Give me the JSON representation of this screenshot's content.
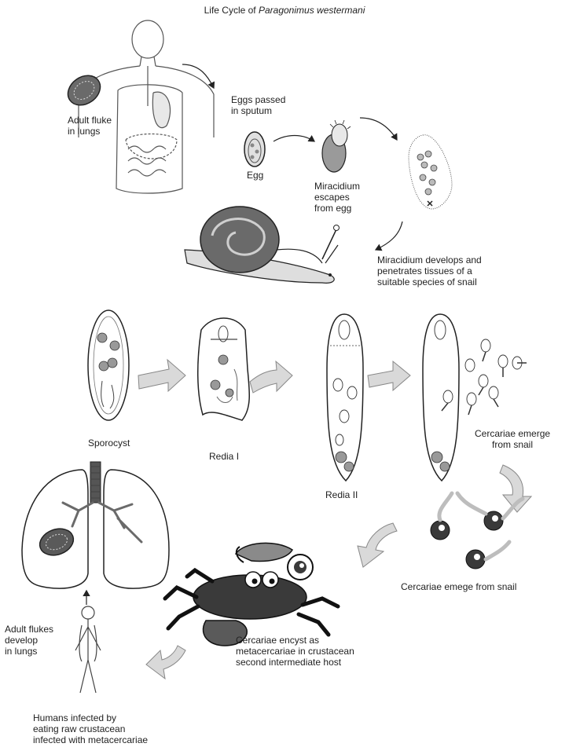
{
  "title": {
    "prefix": "Life Cycle of ",
    "species": "Paragonimus westermani"
  },
  "labels": {
    "adult_fluke_lungs": [
      "Adult fluke",
      "in lungs"
    ],
    "eggs_passed": [
      "Eggs passed",
      "in sputum"
    ],
    "egg": [
      "Egg"
    ],
    "miracidium_escapes": [
      "Miracidium",
      "escapes",
      "from egg"
    ],
    "miracidium_develops": [
      "Miracidium develops and",
      "penetrates tissues of a",
      "suitable species of snail"
    ],
    "sporocyst": [
      "Sporocyst"
    ],
    "redia_1": [
      "Redia I"
    ],
    "redia_2": [
      "Redia II"
    ],
    "cercariae_emerge": [
      "Cercariae emerge",
      "from snail"
    ],
    "cercariae_emege": [
      "Cercariae emege from snail"
    ],
    "cercariae_encyst": [
      "Cercariae encyst as",
      "metacercariae in crustacean",
      "second intermediate host"
    ],
    "adult_flukes_develop": [
      "Adult flukes",
      "develop",
      "in lungs"
    ],
    "humans_infected": [
      "Humans infected by",
      "eating raw crustacean",
      "infected with metacercariae"
    ]
  },
  "colors": {
    "ink": "#222222",
    "outline": "#555555",
    "arrow_fill": "#d9d9d9",
    "dark_fill": "#3a3a3a",
    "mid_fill": "#8a8a8a"
  }
}
